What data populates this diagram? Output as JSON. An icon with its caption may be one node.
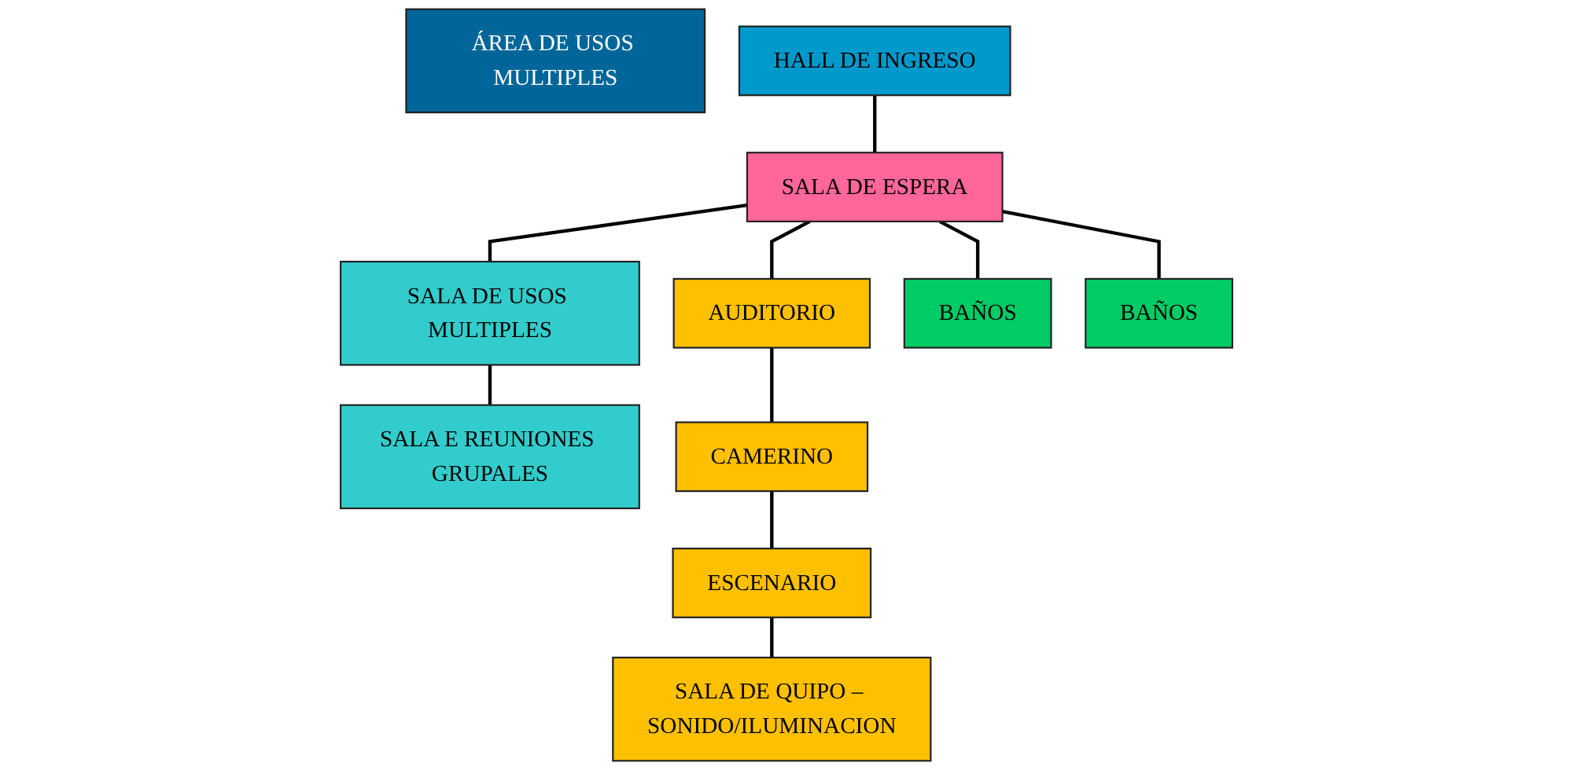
{
  "diagram": {
    "nodes": [
      {
        "text": [
          "ÁREA DE USOS MULTIPLES"
        ]
      },
      {
        "text": [
          "HALL DE INGRESO"
        ]
      },
      {
        "text": [
          "SALA DE USOS MULTIPLES"
        ]
      },
      {
        "text": [
          "SALA DE ESPERA"
        ]
      },
      {
        "text": [
          "AUDITORIO"
        ]
      },
      {
        "text": [
          "SALA E REUNIONES GRUPALES"
        ]
      },
      {
        "text": [
          "CAMERINO"
        ]
      },
      {
        "text": [
          "ESCENARIO"
        ]
      },
      {
        "text": [
          "SALA DE QUIPO – SONIDO/ILUMINACION"
        ]
      },
      {
        "text": [
          "BAÑOS"
        ]
      },
      {
        "text": [
          "BAÑOS"
        ]
      }
    ],
    "edges": [
      {
        "from": 1,
        "to": 3,
        "arrow": "none"
      },
      {
        "from": 3,
        "to": 2,
        "arrow": "none"
      },
      {
        "from": 3,
        "to": 4,
        "arrow": "none"
      },
      {
        "from": 2,
        "to": 5,
        "arrow": "none"
      },
      {
        "from": 4,
        "to": 6,
        "arrow": "none"
      },
      {
        "from": 6,
        "to": 7,
        "arrow": "none"
      },
      {
        "from": 7,
        "to": 8,
        "arrow": "none"
      },
      {
        "from": 3,
        "to": 9,
        "arrow": "none"
      },
      {
        "from": 3,
        "to": 10,
        "arrow": "none"
      }
    ]
  }
}
